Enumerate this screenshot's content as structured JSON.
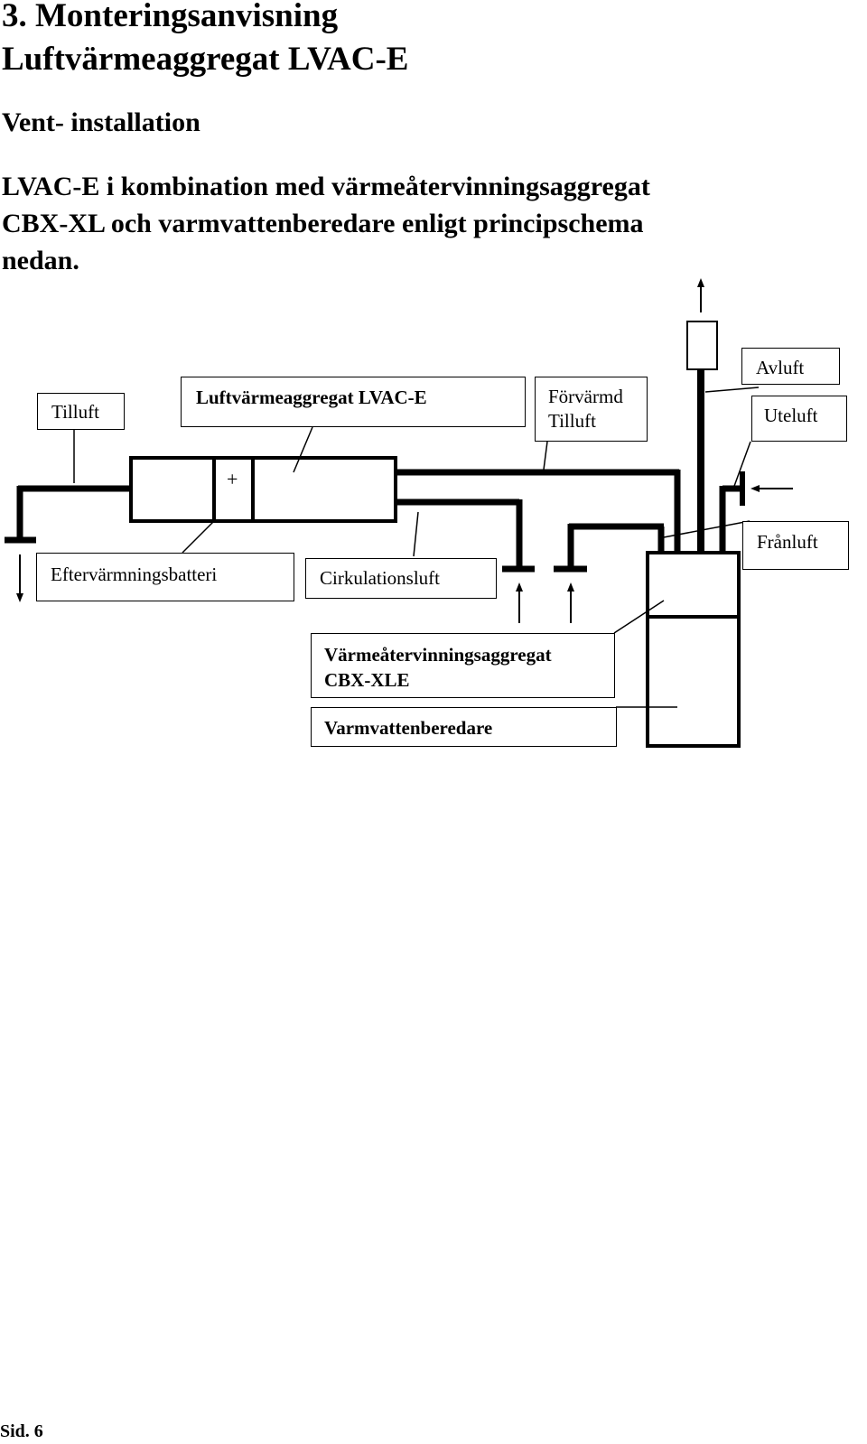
{
  "page": {
    "title_line1": "3. Monteringsanvisning",
    "title_line2": "Luftvärmeaggregat LVAC-E",
    "subtitle": "Vent- installation",
    "intro_lines": [
      "LVAC-E i kombination med värmeåtervinningsaggregat",
      "CBX-XL och varmvattenberedare enligt principschema",
      "nedan."
    ],
    "footer": "Sid. 6"
  },
  "diagram": {
    "labels": {
      "tilluft": "Tilluft",
      "lvac": "Luftvärmeaggregat LVAC-E",
      "forvarmd_1": "Förvärmd",
      "forvarmd_2": "Tilluft",
      "avluft": "Avluft",
      "uteluft": "Uteluft",
      "franluft": "Frånluft",
      "eftervarmning": "Eftervärmningsbatteri",
      "cirkulation": "Cirkulationsluft",
      "cbx_1": "Värmeåtervinningsaggregat",
      "cbx_2": "CBX-XLE",
      "varmvatten": "Varmvattenberedare",
      "plus": "+"
    }
  }
}
